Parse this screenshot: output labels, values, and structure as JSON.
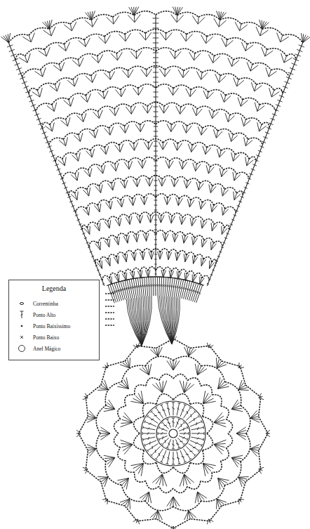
{
  "diagram": {
    "labels": [
      "Legenda"
    ],
    "legend": [
      {
        "text": "Correntinha"
      },
      {
        "text": "Ponto Alto"
      },
      {
        "text": "Ponto Baixíssimo"
      },
      {
        "text": "Ponto Baixo"
      },
      {
        "text": "Anel Mágico"
      }
    ]
  }
}
